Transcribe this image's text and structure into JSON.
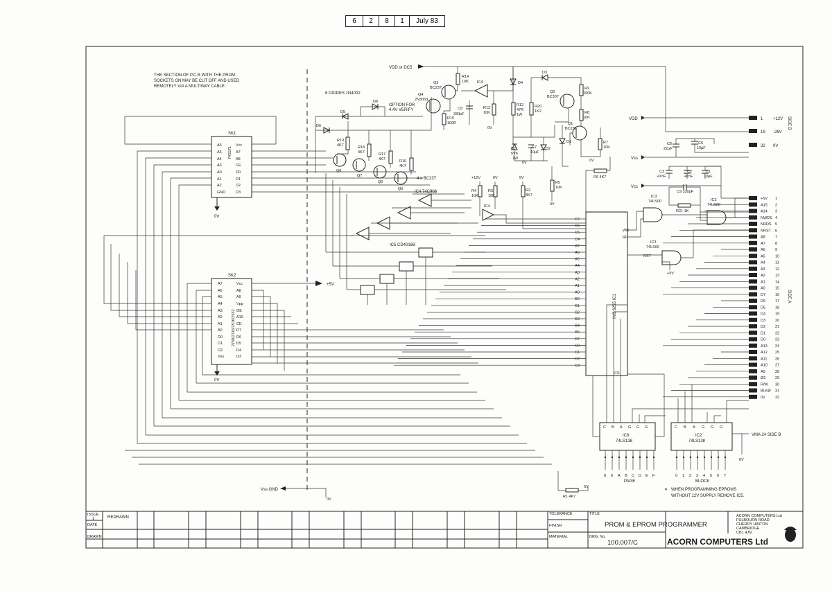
{
  "header": {
    "cells": [
      "6",
      "2",
      "8",
      "1",
      "July 83"
    ]
  },
  "notes": {
    "prom_section": [
      "THE SECTION OF P.C.B WITH THE PROM",
      "SOCKETS ON MAY BE CUT OFF AND USED",
      "REMOTELY VIA A MULTIWAY CABLE."
    ],
    "diodes": "6 DIODES 1N4002",
    "option": [
      "OPTION FOR",
      "4.4V VERIFY"
    ],
    "programming": [
      "WHEN PROGRAMMING EPROMS",
      "WITHOUT 12V SUPPLY REMOVE IC5."
    ]
  },
  "power": {
    "vdd_dc5": "VDD or DC5",
    "vdd": "VDD",
    "vss": "Vss",
    "vcc": "Vcc",
    "vss_gnd": "Vss GND",
    "plus5v": "+5V",
    "zero_v": "0V",
    "plus12v": "+12V",
    "five_v": "5V"
  },
  "sockets": {
    "sk1": {
      "name": "SK1",
      "type": "74S571",
      "left_pins": [
        "A6",
        "A5",
        "A4",
        "A3",
        "A0",
        "A1",
        "A2",
        "GND"
      ],
      "right_pins": [
        "Vcc",
        "A7",
        "A8",
        "CE",
        "D0",
        "D1",
        "D2",
        "D3"
      ]
    },
    "sk2": {
      "name": "SK2",
      "type": "2758/2716/2516/2532",
      "left_pins": [
        "A7",
        "A6",
        "A5",
        "A4",
        "A3",
        "A2",
        "A1",
        "A0",
        "D0",
        "D1",
        "D2",
        "Vss"
      ],
      "right_pins": [
        "Vcc",
        "A8",
        "A9",
        "Vpp",
        "OE",
        "A10",
        "CE",
        "D7",
        "D6",
        "D5",
        "D4",
        "D3"
      ]
    }
  },
  "components": {
    "q1": [
      "Q1",
      "BC237"
    ],
    "q2": [
      "Q2",
      "BC307"
    ],
    "q3": [
      "Q3",
      "BC237"
    ],
    "q4": [
      "Q4",
      "2N3053"
    ],
    "q58": "4 x BC237",
    "q5": "Q5",
    "q6": "Q6",
    "q7": "Q7",
    "q8": "Q8",
    "r1": "R1 4K7",
    "r2": [
      "R2",
      "4K7"
    ],
    "r3": [
      "R3",
      "10K"
    ],
    "r4": [
      "R4",
      "10K"
    ],
    "r5": [
      "R5",
      "10K"
    ],
    "r6": "R6 4K7",
    "r7": [
      "R7",
      "10K"
    ],
    "r8": [
      "R8",
      "10K"
    ],
    "r9": [
      "R9",
      "100K"
    ],
    "r12": [
      "R12",
      "47R",
      "1W"
    ],
    "r13": [
      "R13",
      "10K"
    ],
    "r14": [
      "R14",
      "10K"
    ],
    "r15": [
      "R15",
      "100R"
    ],
    "r16": [
      "R16",
      "4K7"
    ],
    "r17": [
      "R17",
      "4K7"
    ],
    "r18": [
      "R18",
      "4K7"
    ],
    "r19": [
      "R19",
      "4K7"
    ],
    "r20": [
      "R20",
      "1K2"
    ],
    "r21": "R21 1K",
    "c1": [
      "C1",
      "10µF"
    ],
    "c2": [
      "C2",
      "47nF"
    ],
    "c3": [
      "C3",
      "47nF"
    ],
    "c5": [
      "C5",
      "10µF"
    ],
    "c6": [
      "C6",
      "22µF"
    ],
    "c7": [
      "C7",
      "10µF"
    ],
    "c8": [
      "C8",
      "330pF"
    ],
    "c9": "C9 330pF",
    "d1": "D1",
    "d2": "D2",
    "d3": "D3",
    "d4": "D4",
    "d5": "D5",
    "d6": "D6",
    "d8": "D8",
    "d7": [
      "D7",
      "5V6",
      "1W"
    ],
    "ic4": "IC4",
    "ic4_type": "IC4 74C906",
    "ic5": "IC5 CD4016B",
    "ic3": [
      "IC3",
      "74LS00"
    ],
    "ic1": "INS 8255 IC1",
    "ic6": [
      "IC6",
      "74LS138"
    ],
    "ic2": [
      "IC2",
      "74LS138"
    ]
  },
  "ic1": {
    "left_pins": [
      "C7",
      "C6",
      "C5",
      "C4",
      "A7",
      "A6",
      "A5",
      "A4",
      "A3",
      "A2",
      "A1",
      "A0",
      "B0",
      "B1",
      "B2",
      "B3",
      "B4",
      "B5",
      "B7",
      "C0",
      "C1",
      "C2",
      "C3"
    ],
    "right_pins": [
      "WR",
      "RD",
      "RST",
      "CS"
    ]
  },
  "decoders": {
    "inputs": [
      "C",
      "B",
      "A",
      "G",
      "G",
      "G"
    ],
    "page_outputs": [
      "8",
      "9",
      "A",
      "B",
      "C",
      "D",
      "E",
      "F"
    ],
    "page_label": "PAGE",
    "block_outputs": [
      "0",
      "1",
      "2",
      "3",
      "4",
      "5",
      "6",
      "7"
    ],
    "block_label": "BLOCK"
  },
  "edge": {
    "side_b_top": [
      {
        "num": "1",
        "label": "+12V"
      },
      {
        "num": "19",
        "label": "-26V"
      },
      {
        "num": "32",
        "label": "0V"
      }
    ],
    "side_b_title": "SIDE B",
    "side_a": [
      {
        "num": "1",
        "label": "+5V"
      },
      {
        "num": "2",
        "label": "A15"
      },
      {
        "num": "3",
        "label": "A14"
      },
      {
        "num": "4",
        "label": "NWDS"
      },
      {
        "num": "5",
        "label": "NRDS"
      },
      {
        "num": "6",
        "label": "NRST"
      },
      {
        "num": "7",
        "label": "A8"
      },
      {
        "num": "8",
        "label": "A7"
      },
      {
        "num": "9",
        "label": "A6"
      },
      {
        "num": "10",
        "label": "A5"
      },
      {
        "num": "11",
        "label": "A4"
      },
      {
        "num": "12",
        "label": "A3"
      },
      {
        "num": "13",
        "label": "A2"
      },
      {
        "num": "14",
        "label": "A1"
      },
      {
        "num": "15",
        "label": "A0"
      },
      {
        "num": "16",
        "label": "D7"
      },
      {
        "num": "17",
        "label": "D6"
      },
      {
        "num": "18",
        "label": "D5"
      },
      {
        "num": "19",
        "label": "D4"
      },
      {
        "num": "20",
        "label": "D3"
      },
      {
        "num": "21",
        "label": "D2"
      },
      {
        "num": "22",
        "label": "D1"
      },
      {
        "num": "23",
        "label": "D0"
      },
      {
        "num": "24",
        "label": "A13"
      },
      {
        "num": "25",
        "label": "A12"
      },
      {
        "num": "26",
        "label": "A11"
      },
      {
        "num": "27",
        "label": "A10"
      },
      {
        "num": "28",
        "label": "A9"
      },
      {
        "num": "29",
        "label": "Ø2"
      },
      {
        "num": "30",
        "label": "R/W"
      },
      {
        "num": "31",
        "label": "BLKØ"
      },
      {
        "num": "32",
        "label": "0V"
      }
    ],
    "side_a_title": "SIDE A",
    "vma": "VMA 24 SIDE B"
  },
  "title_block": {
    "issue_label": "ISSUE",
    "issue_value": "1",
    "change": "REDRAWN",
    "date_label": "DATE",
    "drawn_label": "DRAWN",
    "tolerance": "TOLERANCE",
    "finish": "FINISH",
    "material": "MATERIAL",
    "title_label": "TITLE",
    "title": "PROM & EPROM PROGRAMMER",
    "drg_label": "DRG. No.",
    "drg_no": "100.007/C",
    "company": "ACORN COMPUTERS Ltd",
    "address": [
      "ACORN COMPUTERS Ltd",
      "FULBOURN ROAD",
      "CHERRY HINTON",
      "CAMBRIDGE",
      "CB1 4JN"
    ]
  }
}
